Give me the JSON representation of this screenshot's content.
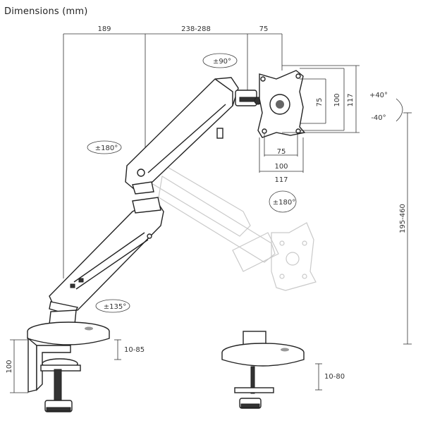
{
  "title": "Dimensions (mm)",
  "dimensions": {
    "top_a": "189",
    "top_b": "238-288",
    "top_c": "75",
    "vesa_h_inner": "75",
    "vesa_h_outer": "100",
    "vesa_h_total": "117",
    "vesa_v_inner": "75",
    "vesa_v_outer": "100",
    "vesa_v_total": "117",
    "height_range": "195-460",
    "clamp_height": "100",
    "clamp_range": "10-85",
    "grommet_range": "10-80"
  },
  "rotations": {
    "screen_rotate": "±90°",
    "upper_swivel": "±180°",
    "screen_swivel": "±180°",
    "base_swivel": "±135°",
    "tilt_up": "+40°",
    "tilt_down": "-40°"
  }
}
